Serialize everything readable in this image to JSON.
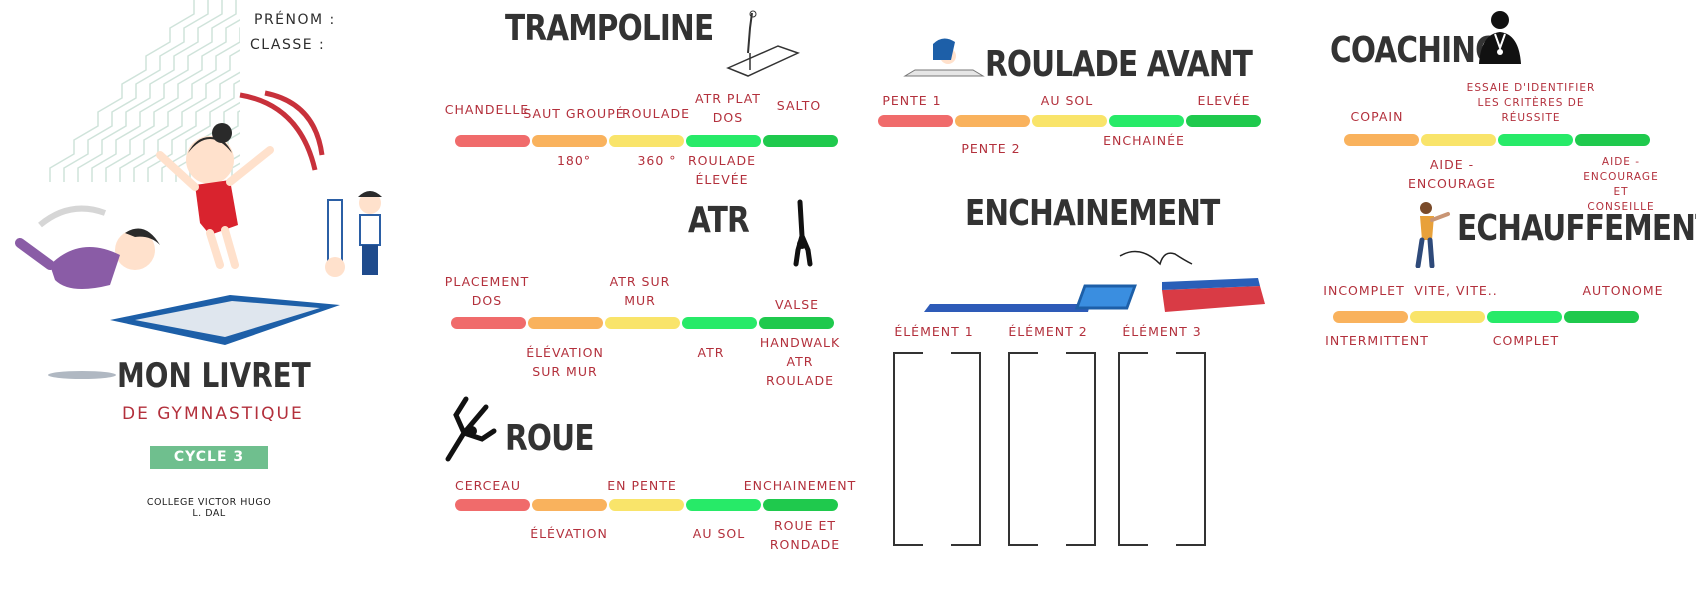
{
  "header": {
    "prenom_label": "PRÉNOM :",
    "classe_label": "CLASSE :"
  },
  "cover": {
    "title": "MON LIVRET",
    "subtitle": "DE GYMNASTIQUE",
    "badge": "CYCLE 3",
    "school": "COLLEGE VICTOR HUGO",
    "author": "L. DAL"
  },
  "colors": {
    "red": "#f06b6b",
    "orange": "#f9b25d",
    "yellow": "#f9e46a",
    "green_light": "#27ea68",
    "green_dark": "#1fc94d",
    "title_red": "#b3303c",
    "badge_green": "#6fbf8e"
  },
  "trampoline": {
    "title": "TRAMPOLINE",
    "top_labels": [
      "CHANDELLE",
      "SAUT GROUPÉ",
      "ROULADE",
      "ATR PLAT\nDOS",
      "SALTO"
    ],
    "bottom_labels": [
      "180°",
      "360 °",
      "ROULADE\nÉLEVÉE"
    ],
    "icon": "trampoline-gymnast-icon"
  },
  "atr": {
    "title": "ATR",
    "top_labels": [
      "PLACEMENT\nDOS",
      "ATR SUR\nMUR",
      "VALSE"
    ],
    "bottom_labels": [
      "ÉLÉVATION\nSUR MUR",
      "ATR",
      "HANDWALK\nATR\nROULADE"
    ],
    "icon": "handstand-icon"
  },
  "roue": {
    "title": "ROUE",
    "top_labels": [
      "CERCEAU",
      "EN PENTE",
      "ENCHAINEMENT"
    ],
    "bottom_labels": [
      "ÉLÉVATION",
      "AU SOL",
      "ROUE ET\nRONDADE"
    ],
    "icon": "cartwheel-icon"
  },
  "roulade": {
    "title": "ROULADE AVANT",
    "top_labels": [
      "PENTE 1",
      "AU SOL",
      "ELEVÉE"
    ],
    "bottom_labels": [
      "PENTE 2",
      "ENCHAINÉE"
    ],
    "icon": "forward-roll-icon"
  },
  "enchainement": {
    "title": "ENCHAINEMENT",
    "elements": [
      "ÉLÉMENT 1",
      "ÉLÉMENT 2",
      "ÉLÉMENT 3"
    ]
  },
  "coaching": {
    "title": "COACHING",
    "top_labels": [
      "COPAIN",
      "ESSAIE D'IDENTIFIER\nLES CRITÈRES DE\nRÉUSSITE"
    ],
    "bottom_labels": [
      "AIDE -\nENCOURAGE",
      "AIDE - ENCOURAGE ET\nCONSEILLE"
    ],
    "icon": "coach-icon"
  },
  "echauffement": {
    "title": "ECHAUFFEMENT",
    "top_labels": [
      "INCOMPLET",
      "VITE, VITE..",
      "AUTONOME"
    ],
    "bottom_labels": [
      "INTERMITTENT",
      "COMPLET"
    ],
    "icon": "stretching-person-icon"
  }
}
